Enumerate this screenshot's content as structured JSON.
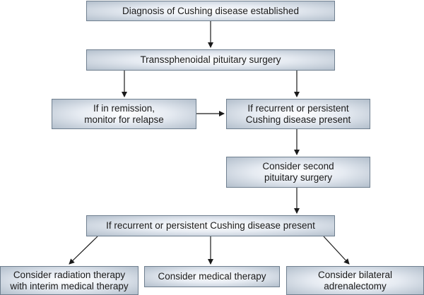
{
  "nodes": {
    "diagnosis": "Diagnosis of Cushing disease established",
    "surgery": "Transsphenoidal pituitary surgery",
    "remission": "If in remission,\nmonitor for relapse",
    "recurrent_first": "If recurrent or persistent\nCushing disease present",
    "second_surgery": "Consider second\npituitary surgery",
    "recurrent_second": "If recurrent or persistent Cushing disease present",
    "radiation": "Consider radiation therapy\nwith interim medical therapy",
    "medical": "Consider medical therapy",
    "adrenalectomy": "Consider bilateral\nadrenalectomy"
  },
  "colors": {
    "box_border": "#6f7f8f",
    "box_fill_center": "#ffffff",
    "box_fill_edge": "#b3bfcc",
    "arrow": "#1a1a1a",
    "text": "#1a1a1a"
  }
}
